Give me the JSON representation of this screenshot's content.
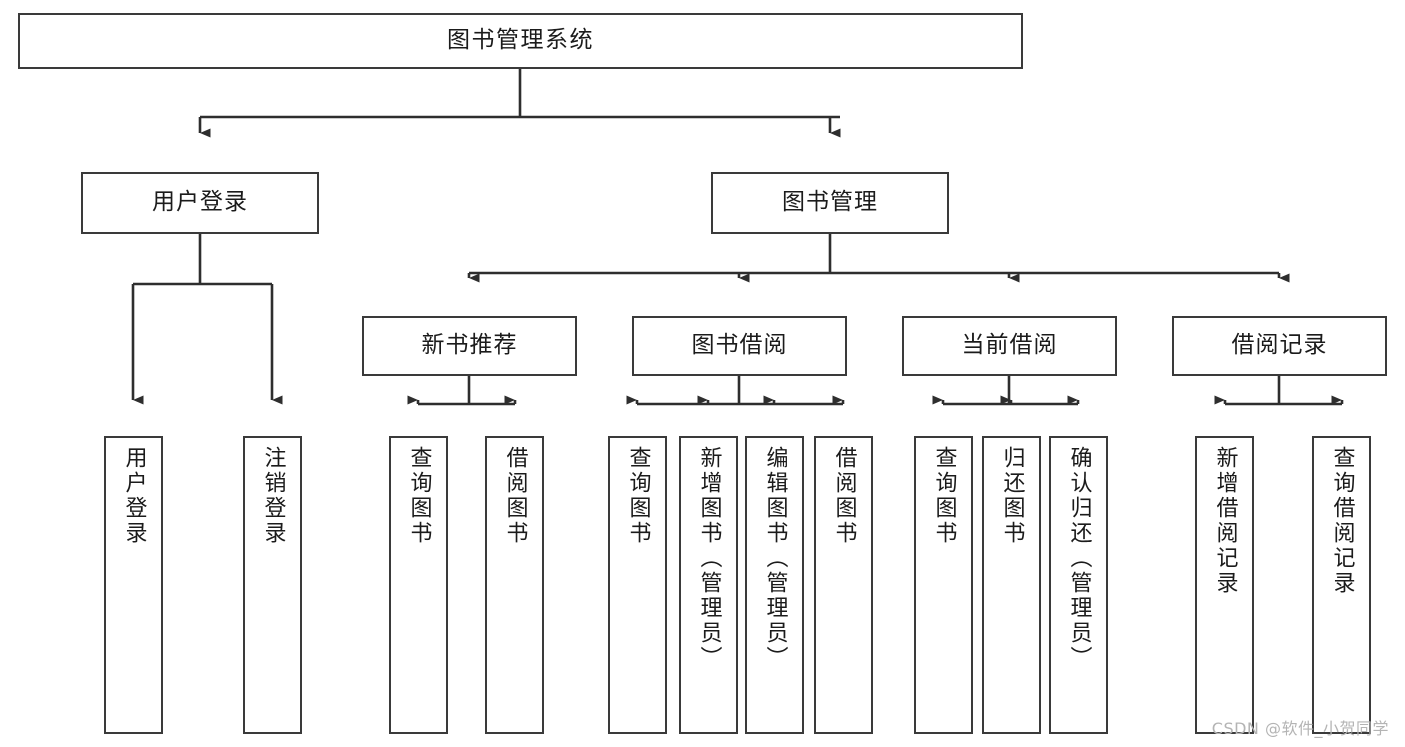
{
  "diagram": {
    "type": "tree",
    "title": "图书管理系统",
    "orientation": "top-down",
    "edge_style": "orthogonal-arrow",
    "colors": {
      "box_border": "#3a3a3a",
      "box_fill": "#ffffff",
      "connector": "#2e2e2e",
      "text": "#1b1b1b",
      "watermark": "#b4b4b4",
      "background": "#ffffff"
    }
  },
  "watermark": {
    "text": "CSDN @软件_小贺同学"
  },
  "nodes": {
    "root": {
      "id": "root",
      "label": "图书管理系统",
      "level": 1
    },
    "level2": [
      {
        "id": "user-login",
        "label": "用户登录",
        "level": 2
      },
      {
        "id": "book-manage",
        "label": "图书管理",
        "level": 2
      }
    ],
    "level3": [
      {
        "id": "new-book-recommend",
        "label": "新书推荐",
        "level": 3,
        "parent": "book-manage"
      },
      {
        "id": "book-borrow",
        "label": "图书借阅",
        "level": 3,
        "parent": "book-manage"
      },
      {
        "id": "current-borrow",
        "label": "当前借阅",
        "level": 3,
        "parent": "book-manage"
      },
      {
        "id": "borrow-record",
        "label": "借阅记录",
        "level": 3,
        "parent": "book-manage"
      }
    ],
    "leaves": [
      {
        "id": "leaf-user-login",
        "label": "用户登录",
        "parent": "user-login"
      },
      {
        "id": "leaf-user-logout",
        "label": "注销登录",
        "parent": "user-login"
      },
      {
        "id": "leaf-query-book-1",
        "label": "查询图书",
        "parent": "new-book-recommend"
      },
      {
        "id": "leaf-borrow-book-1",
        "label": "借阅图书",
        "parent": "new-book-recommend"
      },
      {
        "id": "leaf-query-book-2",
        "label": "查询图书",
        "parent": "book-borrow"
      },
      {
        "id": "leaf-add-book",
        "label": "新增图书（管理员）",
        "parent": "book-borrow"
      },
      {
        "id": "leaf-edit-book",
        "label": "编辑图书（管理员）",
        "parent": "book-borrow"
      },
      {
        "id": "leaf-borrow-book-2",
        "label": "借阅图书",
        "parent": "book-borrow"
      },
      {
        "id": "leaf-query-book-3",
        "label": "查询图书",
        "parent": "current-borrow"
      },
      {
        "id": "leaf-return-book",
        "label": "归还图书",
        "parent": "current-borrow"
      },
      {
        "id": "leaf-confirm-return",
        "label": "确认归还（管理员）",
        "parent": "current-borrow"
      },
      {
        "id": "leaf-add-record",
        "label": "新增借阅记录",
        "parent": "borrow-record"
      },
      {
        "id": "leaf-query-record",
        "label": "查询借阅记录",
        "parent": "borrow-record"
      }
    ]
  }
}
